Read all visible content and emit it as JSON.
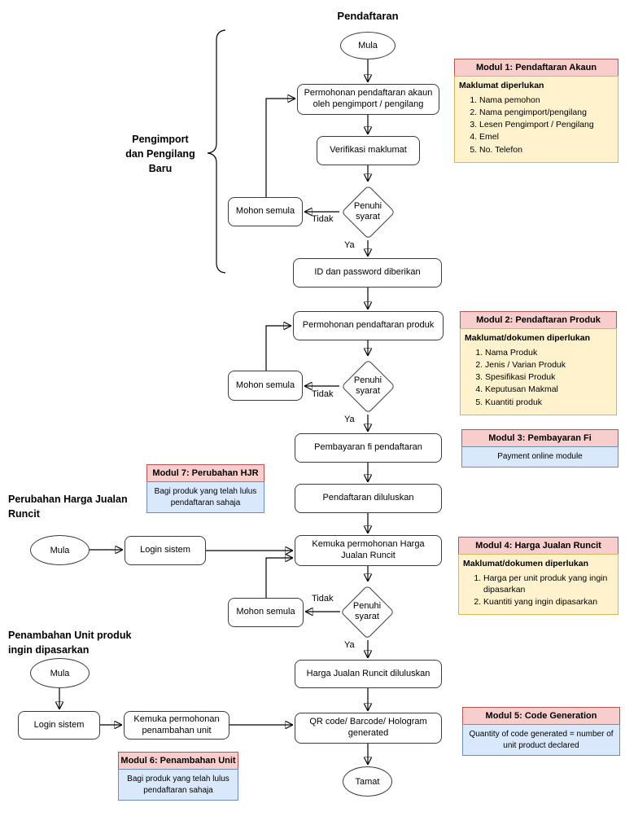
{
  "page": {
    "title": "Pendaftaran"
  },
  "colors": {
    "module_header_bg": "#f8cecc",
    "module_header_border": "#b85450",
    "yellow_body_bg": "#fff2cc",
    "yellow_body_border": "#d6b656",
    "blue_body_bg": "#dae8fc",
    "blue_body_border": "#6c8ebf",
    "shape_border": "#3b3b3b",
    "connector": "#000000"
  },
  "section_labels": {
    "pengimport": "Pengimport\ndan Pengilang\nBaru",
    "perubahan": "Perubahan Harga Jualan\nRuncit",
    "penambahan": "Penambahan Unit produk\ningin dipasarkan"
  },
  "nodes": {
    "mula1": "Mula",
    "akaun": "Permohonan pendaftaran akaun oleh pengimport / pengilang",
    "verifikasi": "Verifikasi maklumat",
    "penuhi1": "Penuhi\nsyarat",
    "mohon1": "Mohon semula",
    "id_password": "ID dan password diberikan",
    "produk": "Permohonan pendaftaran produk",
    "penuhi2": "Penuhi\nsyarat",
    "mohon2": "Mohon semula",
    "pembayaran": "Pembayaran fi pendaftaran",
    "diluluskan": "Pendaftaran diluluskan",
    "mula2": "Mula",
    "login1": "Login sistem",
    "kemuka_hjr": "Kemuka permohonan Harga Jualan Runcit",
    "penuhi3": "Penuhi\nsyarat",
    "mohon3": "Mohon semula",
    "hjr_diluluskan": "Harga Jualan Runcit diluluskan",
    "mula3": "Mula",
    "login2": "Login sistem",
    "kemuka_unit": "Kemuka permohonan penambahan unit",
    "qr": "QR code/ Barcode/ Hologram generated",
    "tamat": "Tamat"
  },
  "edge_labels": {
    "tidak1": "Tidak",
    "ya1": "Ya",
    "tidak2": "Tidak",
    "ya2": "Ya",
    "tidak3": "Tidak",
    "ya3": "Ya"
  },
  "modules": {
    "m1": {
      "header": "Modul 1: Pendaftaran Akaun",
      "subtitle": "Maklumat diperlukan",
      "items": [
        "Nama pemohon",
        "Nama pengimport/pengilang",
        "Lesen Pengimport / Pengilang",
        "Emel",
        "No. Telefon"
      ]
    },
    "m2": {
      "header": "Modul 2: Pendaftaran Produk",
      "subtitle": "Maklumat/dokumen diperlukan",
      "items": [
        "Nama Produk",
        "Jenis / Varian Produk",
        "Spesifikasi Produk",
        "Keputusan Makmal",
        "Kuantiti produk"
      ]
    },
    "m3": {
      "header": "Modul 3: Pembayaran Fi",
      "text": "Payment online module"
    },
    "m4": {
      "header": "Modul 4: Harga Jualan Runcit",
      "subtitle": "Maklumat/dokumen diperlukan",
      "items": [
        "Harga per unit produk yang ingin dipasarkan",
        "Kuantiti yang ingin dipasarkan"
      ]
    },
    "m5": {
      "header": "Modul 5: Code Generation",
      "text": "Quantity of code generated = number of unit product declared"
    },
    "m6": {
      "header": "Modul 6: Penambahan Unit",
      "text": "Bagi produk yang telah lulus pendaftaran sahaja"
    },
    "m7": {
      "header": "Modul 7: Perubahan HJR",
      "text": "Bagi produk yang telah lulus pendaftaran sahaja"
    }
  }
}
